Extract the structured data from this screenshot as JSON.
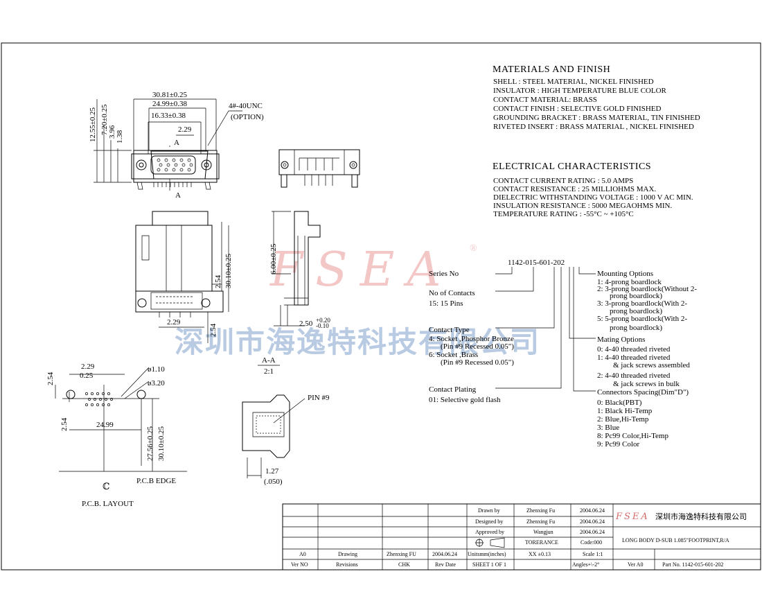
{
  "materials": {
    "title": "MATERIALS AND FINISH",
    "lines": [
      "SHELL : STEEL MATERIAL, NICKEL FINISHED",
      "INSULATOR : HIGH TEMPERATURE   BLUE COLOR",
      "CONTACT MATERIAL: BRASS",
      "CONTACT FINISH : SELECTIVE GOLD FINISHED",
      "GROUNDING BRACKET : BRASS MATERIAL, TIN FINISHED",
      "RIVETED INSERT : BRASS MATERIAL , NICKEL FINISHED"
    ]
  },
  "electrical": {
    "title": "ELECTRICAL CHARACTERISTICS",
    "lines": [
      "CONTACT CURRENT RATING : 5.0 AMPS",
      "CONTACT RESISTANCE : 25 MILLIOHMS MAX.",
      "DIELECTRIC WITHSTANDING VOLTAGE : 1000 V AC MIN.",
      "INSULATION RESISTANCE : 5000 MEGAOHMS MIN.",
      "TEMPERATURE RATING : -55°C ~ +105°C"
    ]
  },
  "part_code": "1142-015-601-202",
  "ordering_left": {
    "series": "Series No",
    "contacts": [
      "No of Contacts",
      "15: 15 Pins"
    ],
    "contact_type": [
      "Contact Type",
      "4: Socket ,Phosphor Bronze",
      "(Pin #9 Recessed 0.05\")",
      "6: Socket ,Brass",
      "(Pin #9 Recessed 0.05\")"
    ],
    "plating": [
      "Contact Plating",
      "01: Selective gold flash"
    ]
  },
  "ordering_right": {
    "mounting": [
      "Mounting Options",
      "1: 4-prong boardlock",
      "2: 3-prong boardlock(Without 2-",
      "prong boardlock)",
      "3: 3-prong boardlock(With 2-",
      "prong boardlock)",
      "5: 5-prong boardlock(With 2-",
      "prong boardlock)"
    ],
    "mating": [
      "Mating Options",
      "0: 4-40 threaded riveted",
      "1: 4-40 threaded riveted",
      "& jack screws assembled",
      "2: 4-40 threaded riveted",
      "& jack screws in bulk"
    ],
    "spacing": [
      "Connectors Spacing(Dim\"D\")",
      "0: Black(PBT)",
      "1: Black Hi-Temp",
      "2: Blue,Hi-Temp",
      "3: Blue",
      "8: Pc99 Color,Hi-Temp",
      "9: Pc99 Color"
    ]
  },
  "dims": {
    "d1": "30.81±0.25",
    "d2": "24.99±0.38",
    "d3": "16.33±0.38",
    "d4": "2.29",
    "thread": "4#-40UNC",
    "option": "(OPTION)",
    "v1": "12.55±0.25",
    "v2": "7.20±0.25",
    "v3": "3.96",
    "v4": "1.38",
    "sec_a": "A",
    "side_h1": "6.00±0.25",
    "side_h2": "30.10±0.25",
    "side_h3": "2.54",
    "side_w": "2.50",
    "tol_p": "+0.20",
    "tol_m": "-0.10",
    "front_w": "2.29",
    "front_h": "2.54",
    "aa": "A-A",
    "scale": "2:1",
    "pcb_h": "2.54",
    "pcb_w1": "2.29",
    "pcb_w2": "0.25",
    "pcb_d1": "ø1.10",
    "pcb_d2": "ø3.20",
    "pcb_h2": "2.54",
    "pcb_w3": "24.99",
    "pcb_v1": "27.56±0.25",
    "pcb_v2": "30.10±0.25",
    "pcb_edge": "P.C.B EDGE",
    "pcb_layout": "P.C.B. LAYOUT",
    "pcb_cl": "ℂ",
    "pin9": "PIN #9",
    "pitch1": "1.27",
    "pitch2": "(.050)"
  },
  "watermark": {
    "logo": "FSEA",
    "reg": "®",
    "company": "深圳市海逸特科技有限公司"
  },
  "title_block": {
    "drawn_by": "Drawn  by",
    "drawn_name": "Zhenxing Fu",
    "drawn_date": "2004.06.24",
    "designed_by": "Designed by",
    "designed_name": "Zhenxing Fu",
    "designed_date": "2004.06.24",
    "approved_by": "Approved by",
    "approved_name": "Wangjun",
    "approved_date": "2004.06.24",
    "tolerance": "TORERANCE",
    "code": "Code:000",
    "units": "Unitsmm(inches)",
    "tol_val": "XX  ±0.13",
    "scale": "Scale 1:1",
    "sheet": "SHEET 1 OF 1",
    "angles": "Angles+\\-2°",
    "rev_a0": "A0",
    "rev_drawing": "Drawing",
    "rev_chk_name": "Zhenxing FU",
    "rev_date": "2004.06.24",
    "ver_no": "Ver NO",
    "revisions": "Revisions",
    "chk": "CHK",
    "rev_date_lbl": "Rev Date",
    "logo": "FSEA",
    "company": "深圳市海逸特科技有限公司",
    "product": "LONG BODY D-SUB 1.085\"FOOTPRINT,R/A",
    "ver": "Ver A0",
    "part": "Part No. 1142-015-601-202"
  }
}
